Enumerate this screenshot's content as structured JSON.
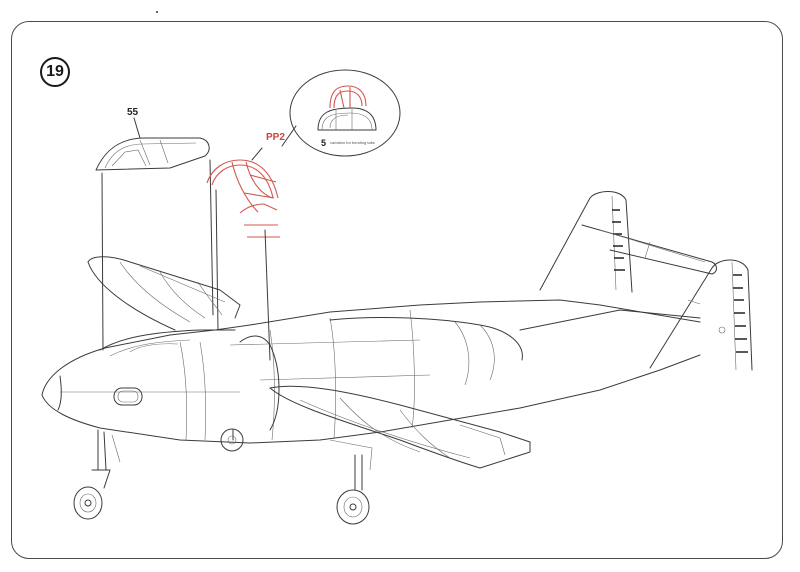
{
  "step": {
    "number": "19"
  },
  "parts": {
    "canopy": {
      "label": "55"
    },
    "photoetch": {
      "label": "PP2"
    },
    "inset": {
      "label": "5",
      "note": "variation for bending tabs"
    }
  },
  "colors": {
    "ink": "#3b3b3b",
    "photoetch": "#d2574f",
    "paper": "#ffffff"
  }
}
